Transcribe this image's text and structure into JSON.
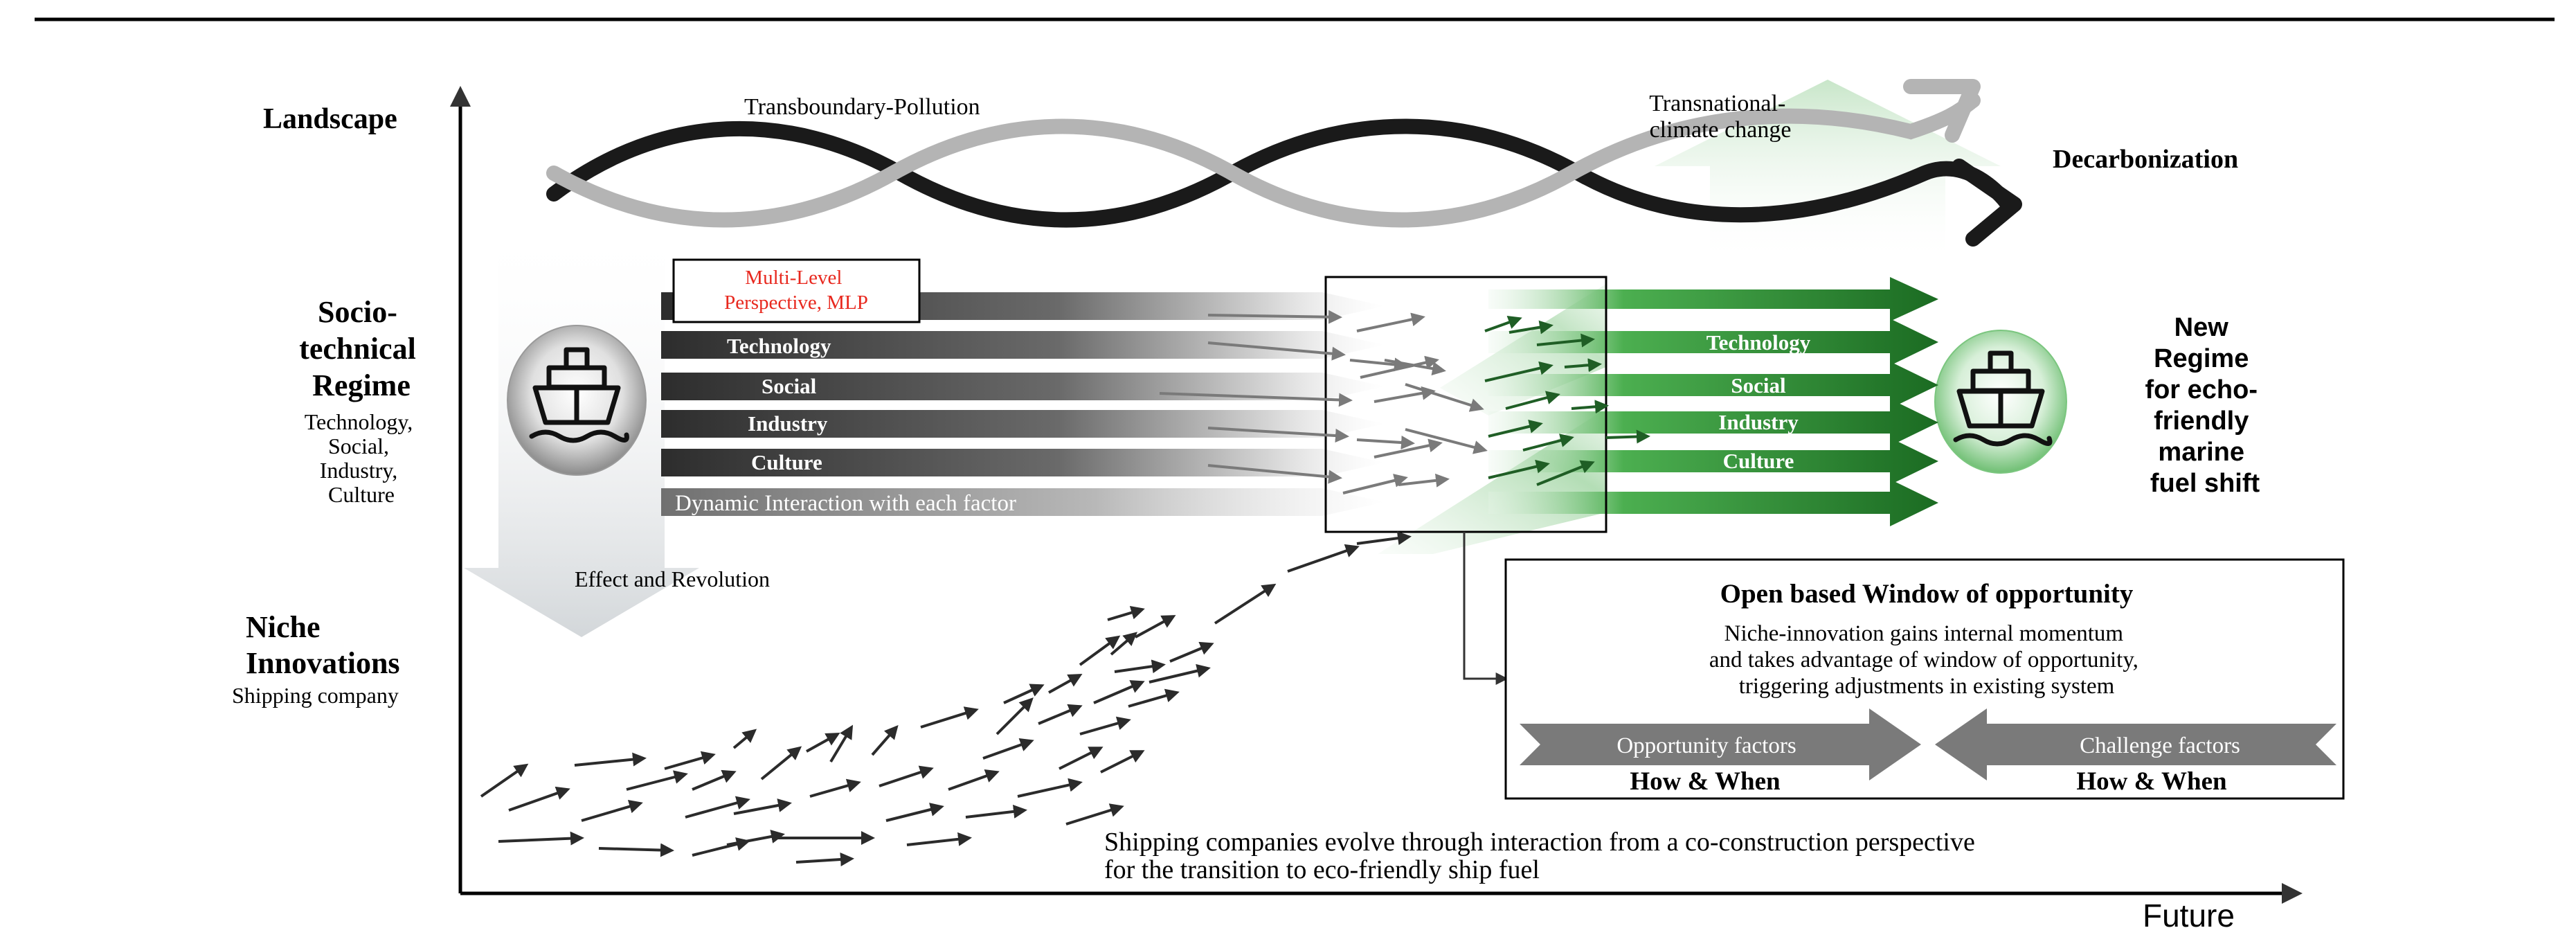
{
  "axes": {
    "y_label_landscape": "Landscape",
    "y_label_regime_lines": [
      "Socio-",
      "technical",
      "Regime"
    ],
    "y_label_regime_sub_lines": [
      "Technology,",
      "Social,",
      "Industry,",
      "Culture"
    ],
    "y_label_niche_lines": [
      "Niche",
      "Innovations"
    ],
    "y_label_niche_sub": "Shipping company",
    "x_label": "Future"
  },
  "landscape": {
    "wave_left_label": "Transboundary-Pollution",
    "wave_right_label_lines": [
      "Transnational-",
      "climate change"
    ],
    "decarbonization": "Decarbonization"
  },
  "regime_old": {
    "mlp_box_lines": [
      "Multi-Level",
      "Perspective, MLP"
    ],
    "bars": [
      "Technology",
      "Social",
      "Industry",
      "Culture"
    ],
    "dynamic_bar": "Dynamic Interaction with each factor",
    "effect_label": "Effect and Revolution"
  },
  "regime_new": {
    "bars": [
      "Technology",
      "Social",
      "Industry",
      "Culture"
    ],
    "title_lines": [
      "New",
      "Regime",
      "for echo-",
      "friendly",
      "marine",
      "fuel shift"
    ]
  },
  "window": {
    "title": "Open based Window of opportunity",
    "body_lines": [
      "Niche-innovation gains internal momentum",
      "and takes advantage of window of opportunity,",
      "triggering adjustments in existing system"
    ],
    "opportunity_label": "Opportunity factors",
    "challenge_label": "Challenge factors",
    "how_when_left": "How & When",
    "how_when_right": "How & When"
  },
  "niche_caption_lines": [
    "Shipping companies evolve through interaction from a co-construction perspective",
    "for the transition to eco-friendly ship fuel"
  ],
  "colors": {
    "dark_bar": "#3a3a3a",
    "green_bar": "#2e7d32",
    "light_green": "#c8e6c9",
    "mlp_red": "#e8281e",
    "grey_arrow": "#7a7a7a",
    "wave_black": "#1a1a1a",
    "wave_grey": "#b4b4b4",
    "grey_down_arrow": "#d7dadc"
  },
  "icons": [
    "ship-icon-old",
    "ship-icon-new"
  ]
}
